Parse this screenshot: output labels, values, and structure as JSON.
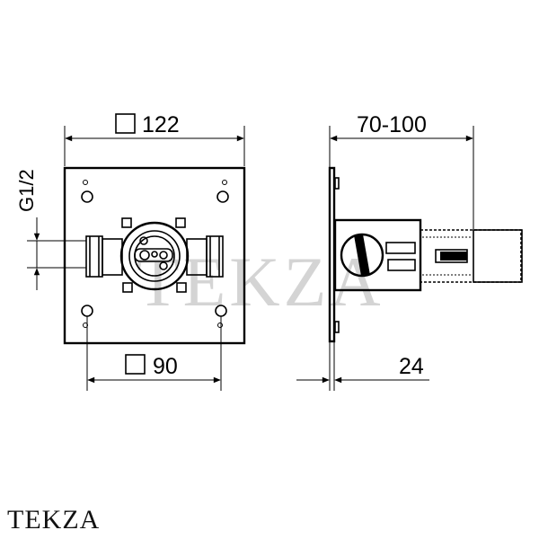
{
  "front_view": {
    "dim_width_square": "122",
    "dim_bottom_square": "90",
    "dim_thread": "G1/2"
  },
  "side_view": {
    "dim_depth": "70-100",
    "dim_plate": "24"
  },
  "watermark": "TEKZA",
  "brand": "TEKZA"
}
